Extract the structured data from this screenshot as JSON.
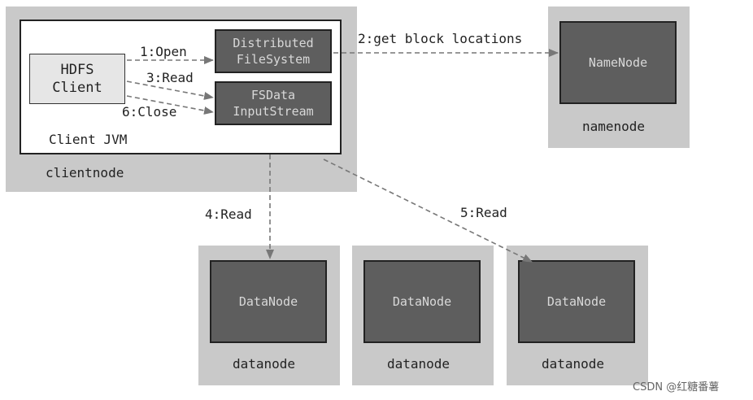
{
  "client_node": {
    "label": "clientnode",
    "jvm_label": "Client JVM",
    "hdfs_client": "HDFS\nClient",
    "distributed_fs": "Distributed\nFileSystem",
    "fsdata_stream": "FSData\nInputStream"
  },
  "name_node": {
    "box_label": "NameNode",
    "label": "namenode"
  },
  "data_nodes": [
    {
      "box_label": "DataNode",
      "label": "datanode"
    },
    {
      "box_label": "DataNode",
      "label": "datanode"
    },
    {
      "box_label": "DataNode",
      "label": "datanode"
    }
  ],
  "arrows": {
    "open": "1:Open",
    "get_block_locations": "2:get block locations",
    "read_stream": "3:Read",
    "read_datanode1": "4:Read",
    "read_datanode3": "5:Read",
    "close": "6:Close"
  },
  "watermark": "CSDN @红糖番薯"
}
